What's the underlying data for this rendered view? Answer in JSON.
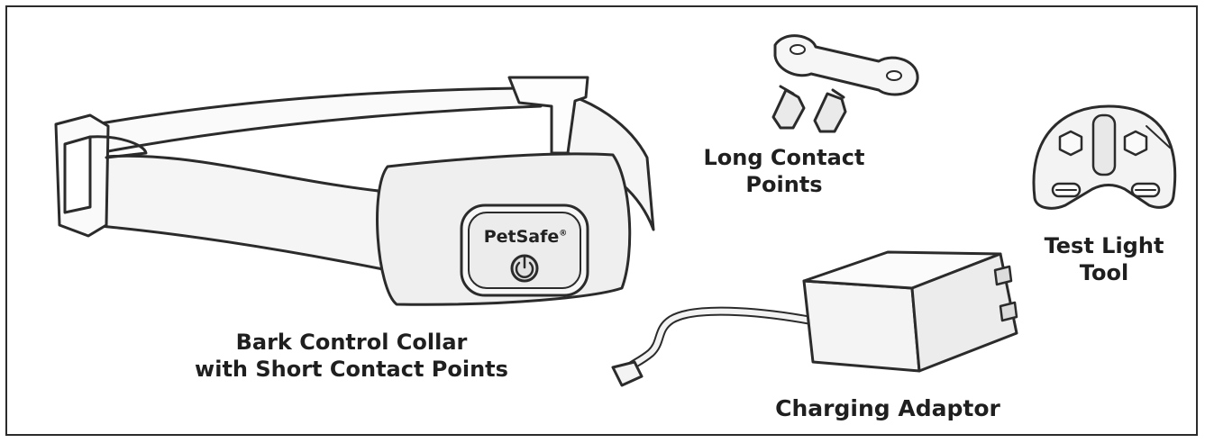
{
  "colors": {
    "outline": "#2b2b2b",
    "fill": "#f1f1f1",
    "text": "#1f1f1f"
  },
  "collar": {
    "brand": "PetSafe",
    "brand_mark": "®",
    "label_line1": "Bark Control Collar",
    "label_line2": "with Short Contact Points"
  },
  "long_contact_points": {
    "label_line1": "Long Contact",
    "label_line2": "Points"
  },
  "test_light_tool": {
    "label_line1": "Test Light",
    "label_line2": "Tool"
  },
  "charging_adaptor": {
    "label": "Charging Adaptor"
  },
  "icons": [
    "power-icon"
  ]
}
